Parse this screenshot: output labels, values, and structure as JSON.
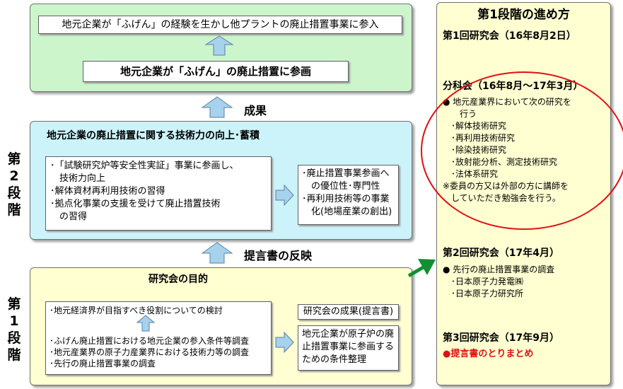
{
  "stage2_label": [
    "第",
    "2",
    "段",
    "階"
  ],
  "stage1_label": [
    "第",
    "1",
    "段",
    "階"
  ],
  "top_box_1": "地元企業が「ふげん」の経験を生かし他プラントの廃止措置事業に参入",
  "top_box_2": "地元企業が「ふげん」の廃止措置に参画",
  "seika_label": "成果",
  "mid_title": "地元企業の廃止措置に関する技術力の向上･蓄積",
  "mid_left_items": [
    "･「試験研究炉等安全性実証」事業に参画し、",
    "　技術力向上",
    "･解体資材再利用技術の習得",
    "･拠点化事業の支援を受けて廃止措置技術",
    "　の習得"
  ],
  "mid_right_items": [
    "･廃止措置事業参画へ",
    "　の優位性･専門性",
    "･再利用技術等の事業",
    "　化(地場産業の創出)"
  ],
  "teigen_label": "提言書の反映",
  "bottom_title": "研究会の目的",
  "bottom_left_top": "･地元経済界が目指すべき役割についての検討",
  "bottom_left_items": [
    "･ふげん廃止措置における地元企業の参入条件等調査",
    "･地元産業界の原子力産業界における技術力等の調査",
    "･先行の廃止措置事業の調査"
  ],
  "bottom_right_label": "研究会の成果(提言書)",
  "bottom_right_items": [
    "地元企業が原子炉の廃",
    "止措置事業に参画する",
    "ための条件整理"
  ],
  "right_panel": {
    "title": "第1段階の進め方",
    "meeting1": "第1回研究会（16年8月2日）",
    "bunkakai": "分科会（16年8月～17年3月）",
    "bunkakai_items": [
      "●  地元産業界において次の研究を",
      "　　行う",
      "　･解体技術研究",
      "　･再利用技術研究",
      "　･除染技術研究",
      "　･放射能分析、測定技術研究",
      "　･法体系研究",
      "※委員の方又は外部の方に講師を",
      "　していただき勉強会を行う。"
    ],
    "meeting2": "第2回研究会（17年4月）",
    "meeting2_items": [
      "●  先行の廃止措置事業の調査",
      "　･日本原子力発電㈱",
      "　･日本原子力研究所"
    ],
    "meeting3": "第3回研究会（17年9月）",
    "meeting3_item": "●提言書のとりまとめ"
  },
  "colors": {
    "green_panel": "#ccf5cc",
    "blue_panel": "#ccf3fa",
    "yellow_panel": "#ffffd2",
    "arrow_blue": "#a6d2ee",
    "arrow_green": "#109030",
    "circle_red": "#e01010",
    "highlight_red": "#e01010"
  }
}
